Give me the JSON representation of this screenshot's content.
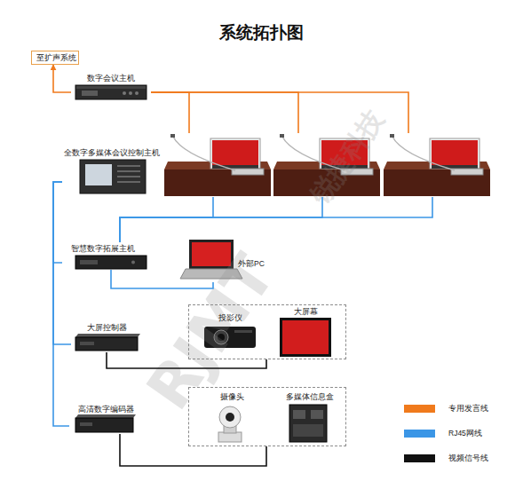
{
  "diagram": {
    "title": "系统拓扑图",
    "nodes": [
      {
        "text": [
          "至扩声系统"
        ]
      },
      {
        "text": [
          "数字会议主机"
        ]
      },
      {
        "text": []
      },
      {
        "text": []
      },
      {
        "text": []
      },
      {
        "text": [
          "全数字多媒体会议控制主机"
        ]
      },
      {
        "text": [
          "智慧数字拓展主机"
        ]
      },
      {
        "text": [
          "外部PC"
        ]
      },
      {
        "text": [
          "大屏控制器"
        ]
      },
      {
        "text": []
      },
      {
        "text": [
          "投影仪"
        ],
        "in": 9
      },
      {
        "text": [
          "大屏幕"
        ],
        "in": 9
      },
      {
        "text": [
          "高清数字编码器"
        ]
      },
      {
        "text": []
      },
      {
        "text": [
          "摄像头"
        ],
        "in": 13
      },
      {
        "text": [
          "多媒体信息盒"
        ],
        "in": 13
      }
    ],
    "edges": [
      {
        "from": 1,
        "to": 0,
        "arrow": "to"
      },
      {
        "from": 1,
        "to": 2,
        "arrow": "none"
      },
      {
        "from": 1,
        "to": 3,
        "arrow": "none"
      },
      {
        "from": 1,
        "to": 4,
        "arrow": "none"
      },
      {
        "from": 2,
        "to": 6,
        "arrow": "none"
      },
      {
        "from": 3,
        "to": 6,
        "arrow": "none"
      },
      {
        "from": 4,
        "to": 6,
        "arrow": "none"
      },
      {
        "from": 6,
        "to": 7,
        "arrow": "none"
      },
      {
        "from": 5,
        "to": 6,
        "arrow": "none"
      },
      {
        "from": 5,
        "to": 8,
        "arrow": "none"
      },
      {
        "from": 5,
        "to": 12,
        "arrow": "none"
      },
      {
        "from": 8,
        "to": 9,
        "arrow": "none"
      },
      {
        "from": 12,
        "to": 13,
        "arrow": "none"
      }
    ],
    "labels": [
      "RJMT",
      "锐捷科技"
    ],
    "legend": [
      {
        "text": "专用发言线",
        "color": "#f07a1c"
      },
      {
        "text": "RJ45网线",
        "color": "#3b96e6"
      },
      {
        "text": "视频信号线",
        "color": "#111111"
      }
    ]
  }
}
